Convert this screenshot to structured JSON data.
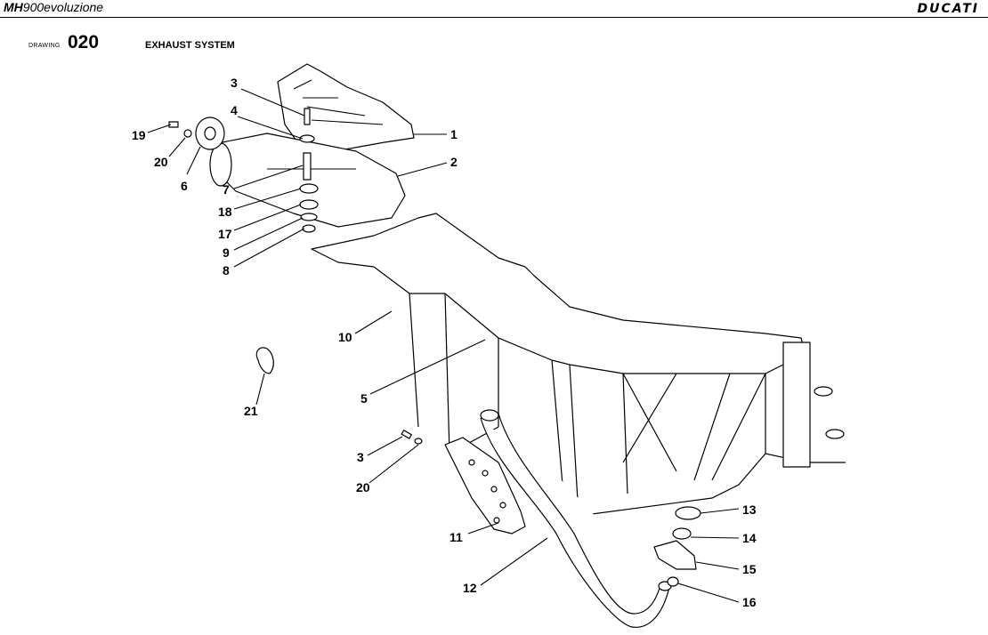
{
  "header": {
    "model_prefix": "MH",
    "model_suffix": "900evoluzione",
    "brand": "DUCATI"
  },
  "drawing": {
    "label": "DRAWING",
    "number": "020",
    "title": "EXHAUST SYSTEM"
  },
  "callouts": [
    {
      "id": "c1",
      "text": "1"
    },
    {
      "id": "c2",
      "text": "2"
    },
    {
      "id": "c3a",
      "text": "3"
    },
    {
      "id": "c4",
      "text": "4"
    },
    {
      "id": "c19",
      "text": "19"
    },
    {
      "id": "c20a",
      "text": "20"
    },
    {
      "id": "c6",
      "text": "6"
    },
    {
      "id": "c7",
      "text": "7"
    },
    {
      "id": "c18",
      "text": "18"
    },
    {
      "id": "c17",
      "text": "17"
    },
    {
      "id": "c9",
      "text": "9"
    },
    {
      "id": "c8",
      "text": "8"
    },
    {
      "id": "c10",
      "text": "10"
    },
    {
      "id": "c5",
      "text": "5"
    },
    {
      "id": "c21",
      "text": "21"
    },
    {
      "id": "c3b",
      "text": "3"
    },
    {
      "id": "c20b",
      "text": "20"
    },
    {
      "id": "c11",
      "text": "11"
    },
    {
      "id": "c12",
      "text": "12"
    },
    {
      "id": "c13",
      "text": "13"
    },
    {
      "id": "c14",
      "text": "14"
    },
    {
      "id": "c15",
      "text": "15"
    },
    {
      "id": "c16",
      "text": "16"
    }
  ]
}
